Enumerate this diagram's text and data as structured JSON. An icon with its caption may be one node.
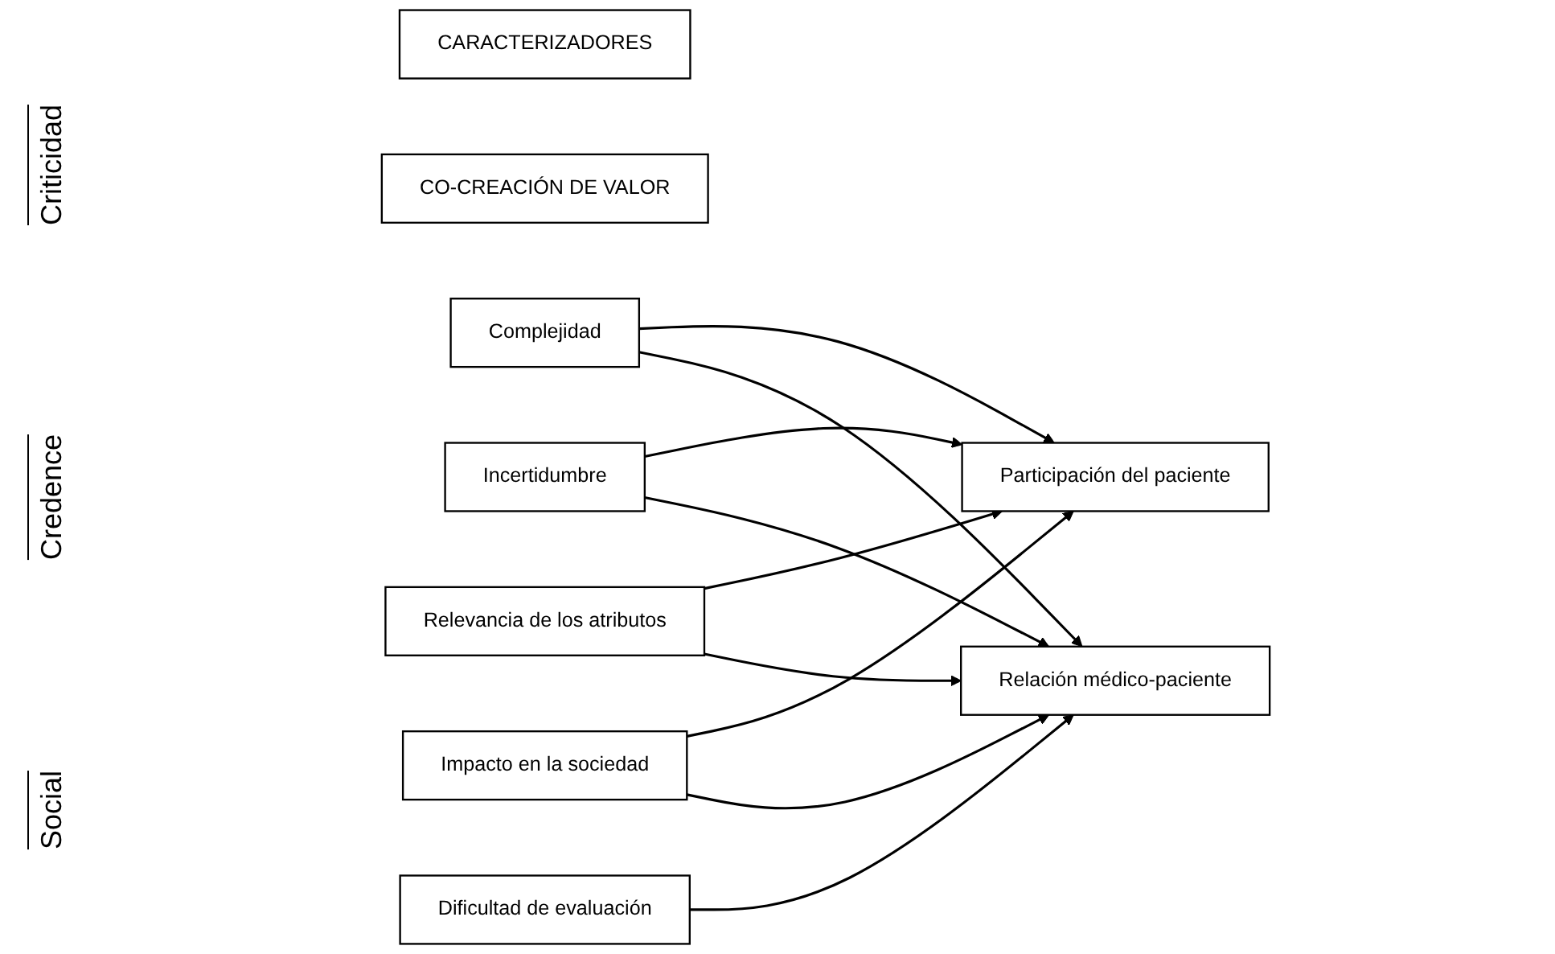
{
  "diagram": {
    "nodes": [
      {
        "text": [
          "CARACTERIZADORES"
        ]
      },
      {
        "text": [
          "CO-CREACIÓN DE VALOR"
        ]
      },
      {
        "text": [
          "Complejidad"
        ]
      },
      {
        "text": [
          "Incertidumbre"
        ]
      },
      {
        "text": [
          "Participación del paciente"
        ]
      },
      {
        "text": [
          "Dificultad de evaluación"
        ]
      },
      {
        "text": [
          "Relevancia de los atributos"
        ]
      },
      {
        "text": [
          "Relación médico-paciente"
        ]
      },
      {
        "text": [
          "Impacto en la sociedad"
        ]
      }
    ],
    "edges": [
      {
        "from": 2,
        "to": 4,
        "arrow": "to"
      },
      {
        "from": 2,
        "to": 7,
        "arrow": "to"
      },
      {
        "from": 3,
        "to": 4,
        "arrow": "to"
      },
      {
        "from": 3,
        "to": 7,
        "arrow": "to"
      },
      {
        "from": 5,
        "to": 7,
        "arrow": "to"
      },
      {
        "from": 6,
        "to": 4,
        "arrow": "to"
      },
      {
        "from": 6,
        "to": 7,
        "arrow": "to"
      },
      {
        "from": 8,
        "to": 4,
        "arrow": "to"
      },
      {
        "from": 8,
        "to": 7,
        "arrow": "to"
      }
    ],
    "labels": [
      "Criticidad",
      "Credence",
      "Social"
    ]
  }
}
